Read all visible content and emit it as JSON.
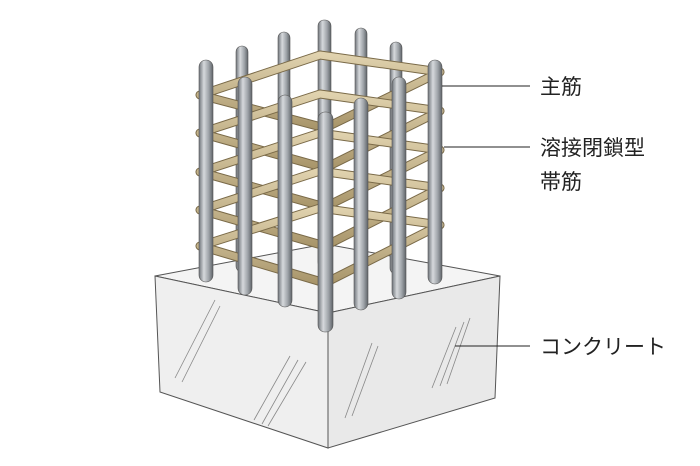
{
  "labels": {
    "main_bar": "主筋",
    "hoop_line1": "溶接閉鎖型",
    "hoop_line2": "帯筋",
    "concrete": "コンクリート"
  },
  "colors": {
    "rebar": "#9ea3a8",
    "hoop": "#c7b48a",
    "concrete_top": "#f4f4f4",
    "concrete_side": "#ececec",
    "outline": "#444444"
  }
}
